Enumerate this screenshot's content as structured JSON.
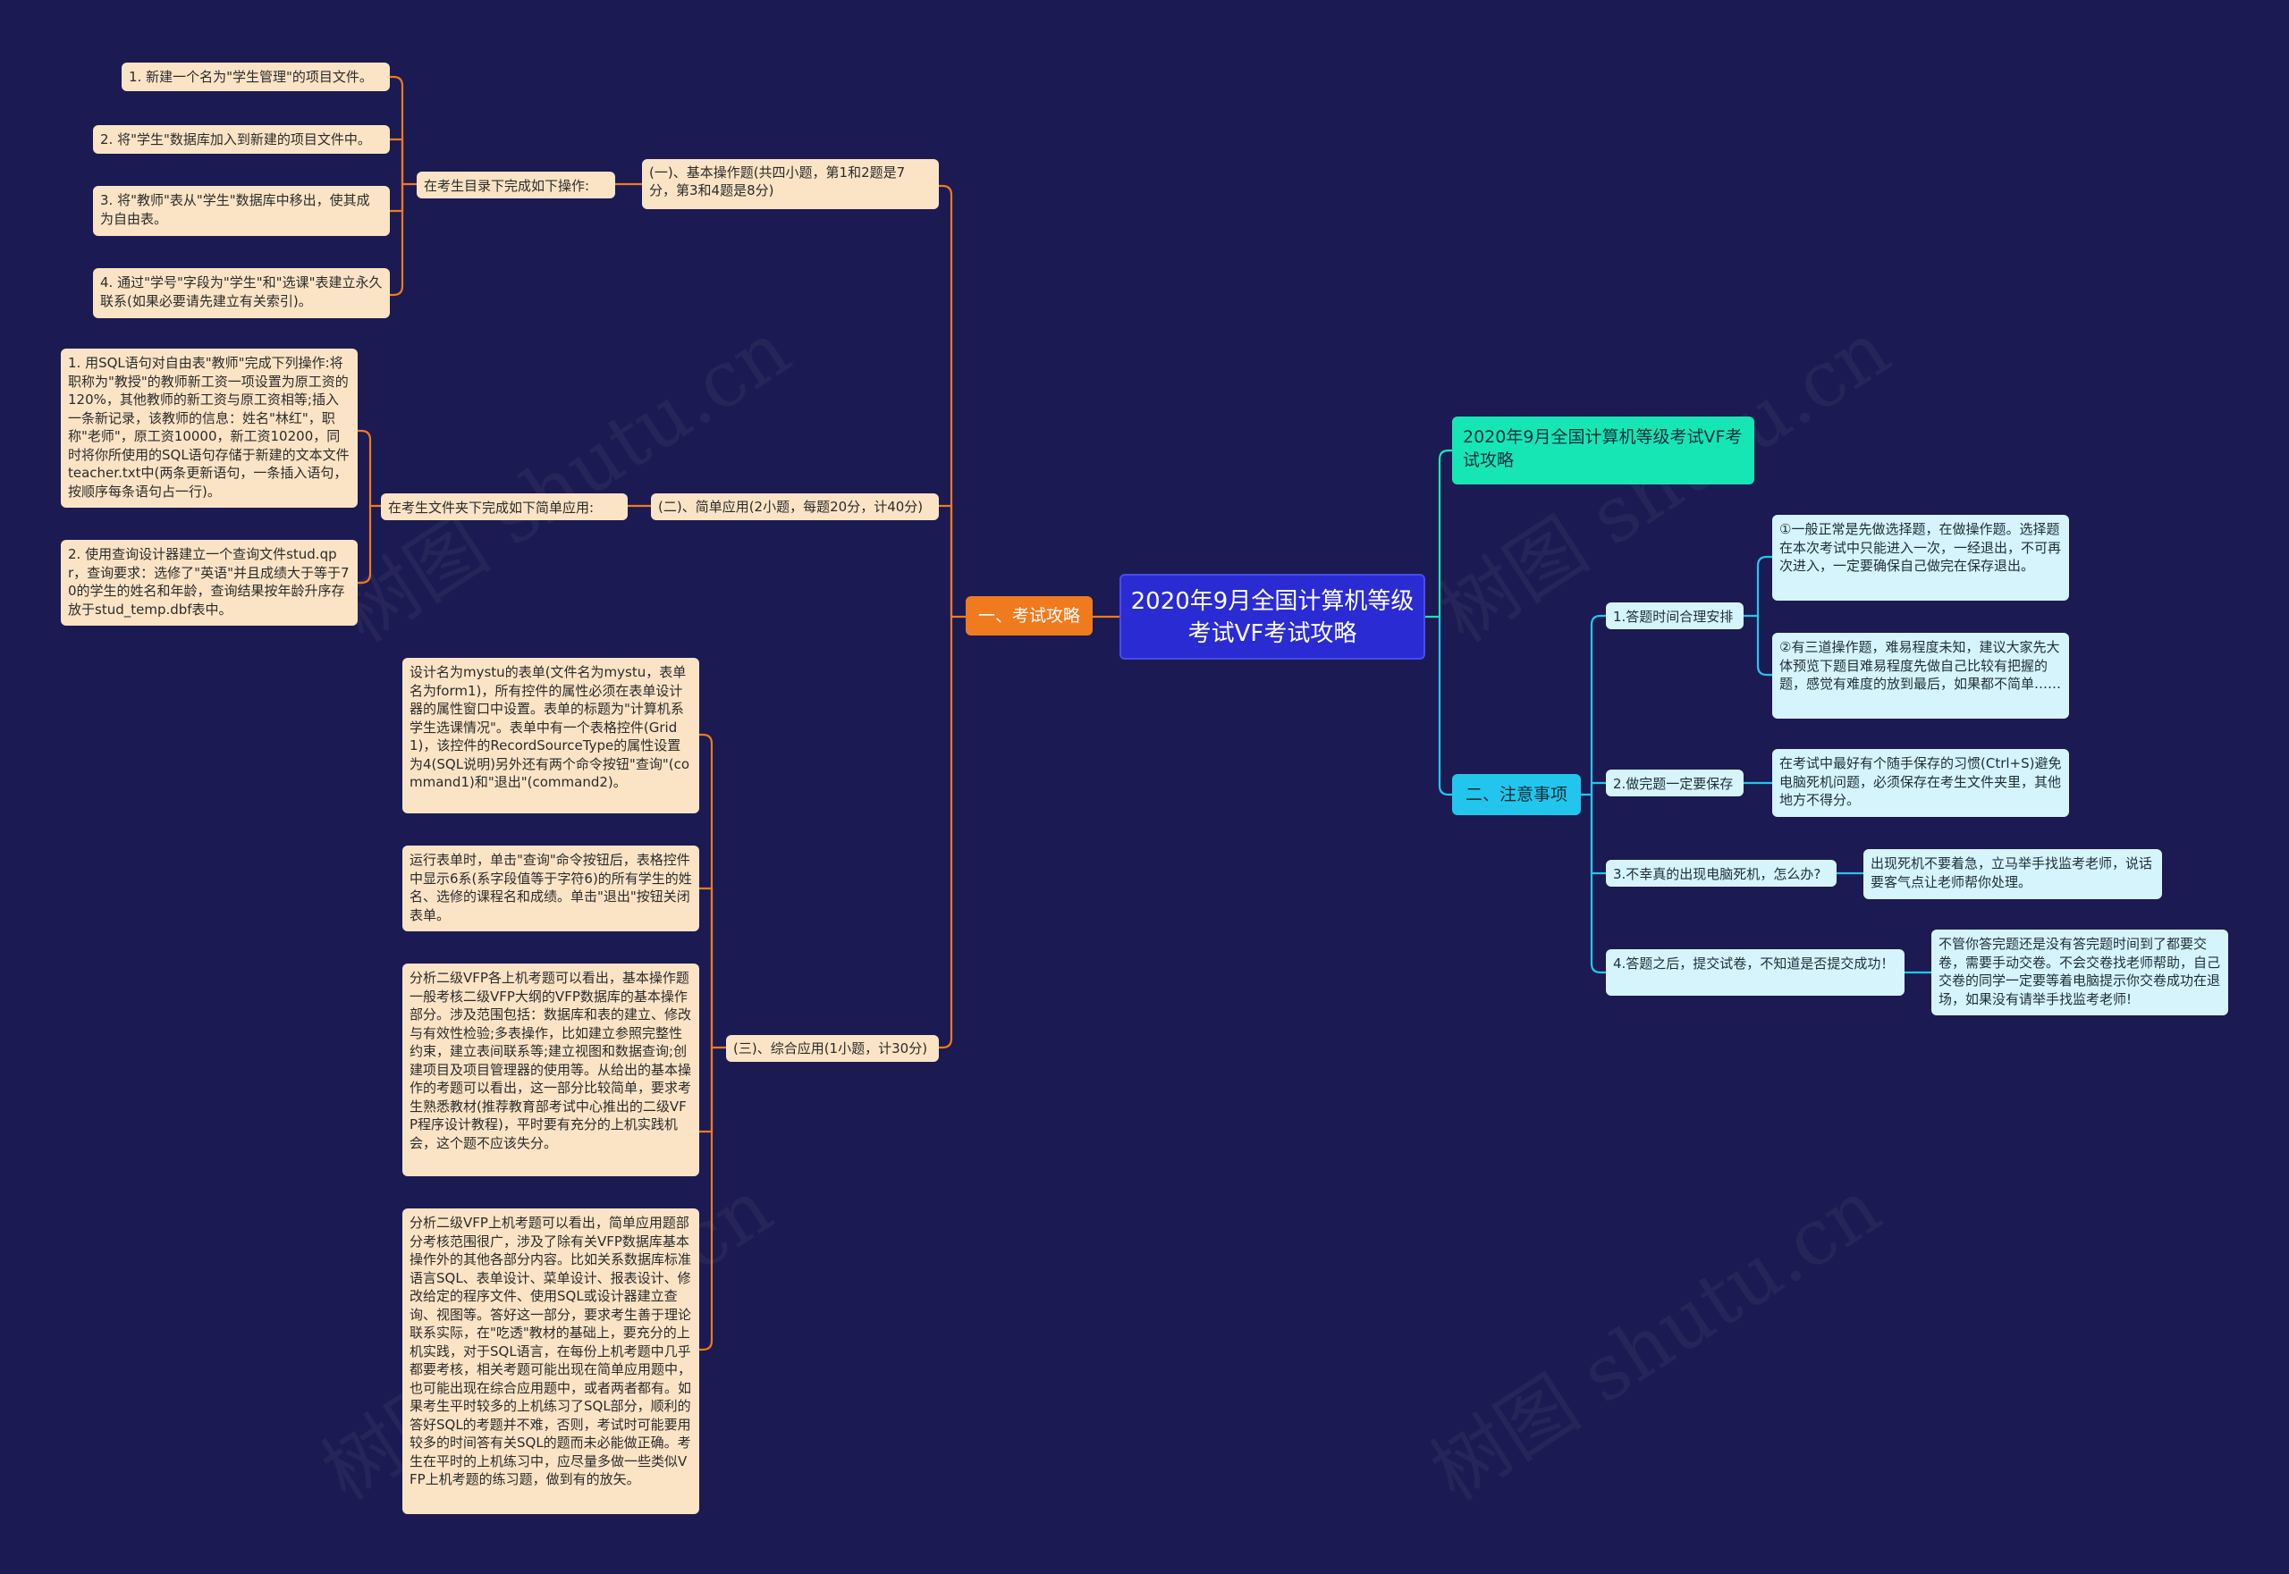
{
  "watermark": "树图 shutu.cn",
  "colors": {
    "background": "#1b1a52",
    "root": "#2b2bd4",
    "orange": "#f07a1e",
    "teal": "#16e6b4",
    "cyan": "#22c6ec",
    "peach": "#fbe4c6",
    "light_cyan": "#d6f4fb"
  },
  "root": {
    "title": "2020年9月全国计算机等级考试VF考试攻略"
  },
  "branch_exam": {
    "label": "一、考试攻略",
    "basic": {
      "label": "(一)、基本操作题(共四小题，第1和2题是7分，第3和4题是8分)",
      "sub": "在考生目录下完成如下操作:",
      "items": [
        "1. 新建一个名为\"学生管理\"的项目文件。",
        "2. 将\"学生\"数据库加入到新建的项目文件中。",
        "3. 将\"教师\"表从\"学生\"数据库中移出，使其成为自由表。",
        "4. 通过\"学号\"字段为\"学生\"和\"选课\"表建立永久联系(如果必要请先建立有关索引)。"
      ]
    },
    "simple": {
      "label": "(二)、简单应用(2小题，每题20分，计40分)",
      "sub": "在考生文件夹下完成如下简单应用:",
      "items": [
        "1. 用SQL语句对自由表\"教师\"完成下列操作:将职称为\"教授\"的教师新工资一项设置为原工资的120%，其他教师的新工资与原工资相等;插入一条新记录，该教师的信息：姓名\"林红\"，职称\"老师\"，原工资10000，新工资10200，同时将你所使用的SQL语句存储于新建的文本文件teacher.txt中(两条更新语句，一条插入语句，按顺序每条语句占一行)。",
        "2. 使用查询设计器建立一个查询文件stud.qpr，查询要求：选修了\"英语\"并且成绩大于等于70的学生的姓名和年龄，查询结果按年龄升序存放于stud_temp.dbf表中。"
      ]
    },
    "comprehensive": {
      "label": "(三)、综合应用(1小题，计30分)",
      "items": [
        "设计名为mystu的表单(文件名为mystu，表单名为form1)，所有控件的属性必须在表单设计器的属性窗口中设置。表单的标题为\"计算机系学生选课情况\"。表单中有一个表格控件(Grid1)，该控件的RecordSourceType的属性设置为4(SQL说明)另外还有两个命令按钮\"查询\"(command1)和\"退出\"(command2)。",
        "运行表单时，单击\"查询\"命令按钮后，表格控件中显示6系(系字段值等于字符6)的所有学生的姓名、选修的课程名和成绩。单击\"退出\"按钮关闭表单。",
        "分析二级VFP各上机考题可以看出，基本操作题一般考核二级VFP大纲的VFP数据库的基本操作部分。涉及范围包括：数据库和表的建立、修改与有效性检验;多表操作，比如建立参照完整性约束，建立表间联系等;建立视图和数据查询;创建项目及项目管理器的使用等。从给出的基本操作的考题可以看出，这一部分比较简单，要求考生熟悉教材(推荐教育部考试中心推出的二级VFP程序设计教程)，平时要有充分的上机实践机会，这个题不应该失分。",
        "分析二级VFP上机考题可以看出，简单应用题部分考核范围很广，涉及了除有关VFP数据库基本操作外的其他各部分内容。比如关系数据库标准语言SQL、表单设计、菜单设计、报表设计、修改给定的程序文件、使用SQL或设计器建立查询、视图等。答好这一部分，要求考生善于理论联系实际，在\"吃透\"教材的基础上，要充分的上机实践，对于SQL语言，在每份上机考题中几乎都要考核，相关考题可能出现在简单应用题中，也可能出现在综合应用题中，或者两者都有。如果考生平时较多的上机练习了SQL部分，顺利的答好SQL的考题并不难，否则，考试时可能要用较多的时间答有关SQL的题而未必能做正确。考生在平时的上机练习中，应尽量多做一些类似VFP上机考题的练习题，做到有的放矢。"
      ]
    }
  },
  "branch_title": {
    "label": "2020年9月全国计算机等级考试VF考试攻略"
  },
  "branch_notes": {
    "label": "二、注意事项",
    "items": [
      {
        "label": "1.答题时间合理安排",
        "children": [
          "①一般正常是先做选择题，在做操作题。选择题在本次考试中只能进入一次，一经退出，不可再次进入，一定要确保自己做完在保存退出。",
          "②有三道操作题，难易程度未知，建议大家先大体预览下题目难易程度先做自己比较有把握的题，感觉有难度的放到最后，如果都不简单……"
        ]
      },
      {
        "label": "2.做完题一定要保存",
        "children": [
          "在考试中最好有个随手保存的习惯(Ctrl+S)避免电脑死机问题，必须保存在考生文件夹里，其他地方不得分。"
        ]
      },
      {
        "label": "3.不幸真的出现电脑死机，怎么办?",
        "children": [
          "出现死机不要着急，立马举手找监考老师，说话要客气点让老师帮你处理。"
        ]
      },
      {
        "label": "4.答题之后，提交试卷，不知道是否提交成功！",
        "children": [
          "不管你答完题还是没有答完题时间到了都要交卷，需要手动交卷。不会交卷找老师帮助，自己交卷的同学一定要等着电脑提示你交卷成功在退场，如果没有请举手找监考老师!"
        ]
      }
    ]
  }
}
